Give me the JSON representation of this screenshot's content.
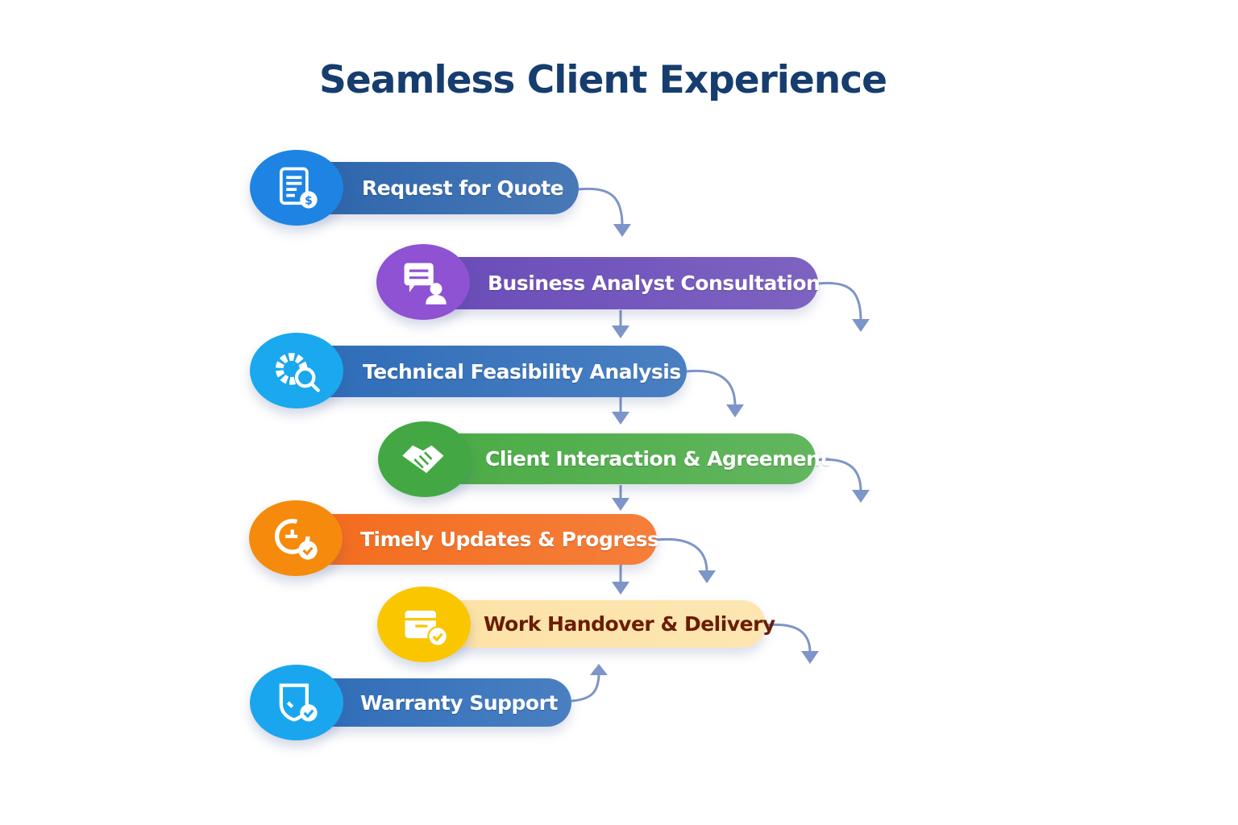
{
  "title": "Seamless Client Experience",
  "steps": [
    {
      "label": "Request for Quote",
      "icon": "quote-document-icon",
      "circle_color": "#1d84e4",
      "pill_color": "#2c64ab",
      "text_color": "#ffffff"
    },
    {
      "label": "Business Analyst Consultation",
      "icon": "consultation-chat-person-icon",
      "circle_color": "#8e52d2",
      "pill_color": "#6a4bb8",
      "text_color": "#ffffff"
    },
    {
      "label": "Technical Feasibility Analysis",
      "icon": "gear-magnifier-icon",
      "circle_color": "#1aa8ee",
      "pill_color": "#2e6cb8",
      "text_color": "#ffffff"
    },
    {
      "label": "Client Interaction & Agreement",
      "icon": "handshake-icon",
      "circle_color": "#43a843",
      "pill_color": "#4aab45",
      "text_color": "#ffffff"
    },
    {
      "label": "Timely Updates & Progress",
      "icon": "progress-check-icon",
      "circle_color": "#f68a0c",
      "pill_color": "#f46b1c",
      "text_color": "#ffffff"
    },
    {
      "label": "Work Handover & Delivery",
      "icon": "delivery-box-check-icon",
      "circle_color": "#f9c600",
      "pill_color": "#fde2a6",
      "text_color": "#6b1c00"
    },
    {
      "label": "Warranty Support",
      "icon": "shield-check-icon",
      "circle_color": "#1aa6ee",
      "pill_color": "#2e6cb8",
      "text_color": "#ffffff"
    }
  ],
  "arrow_color": "#7d95c8"
}
